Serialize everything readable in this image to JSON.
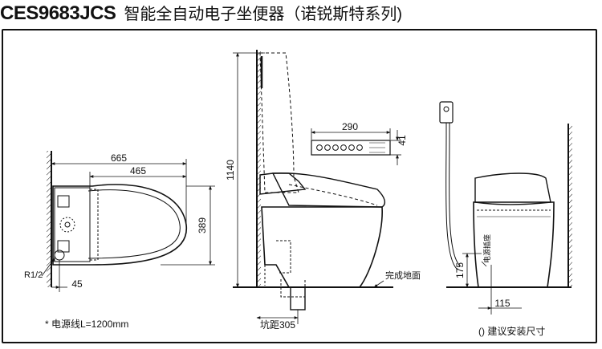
{
  "header": {
    "model": "CES9683JCS",
    "description": "智能全自动电子坐便器（诺锐斯特系列)"
  },
  "top_view": {
    "dim_overall_length": "665",
    "dim_seat_length": "465",
    "dim_width": "389",
    "dim_supply_offset": "45",
    "callout_supply": "R1/2"
  },
  "side_view": {
    "dim_height": "1140",
    "dim_rough_in": "坑距305",
    "label_floor": "完成地面"
  },
  "remote": {
    "dim_width": "290",
    "dim_height": "41"
  },
  "front_view": {
    "dim_supply_height": "175",
    "dim_supply_offset": "115",
    "label_power_plug": "电源插座"
  },
  "notes": {
    "power_cord": "* 电源线L=1200mm",
    "recommended": "() 建议安装尺寸"
  }
}
